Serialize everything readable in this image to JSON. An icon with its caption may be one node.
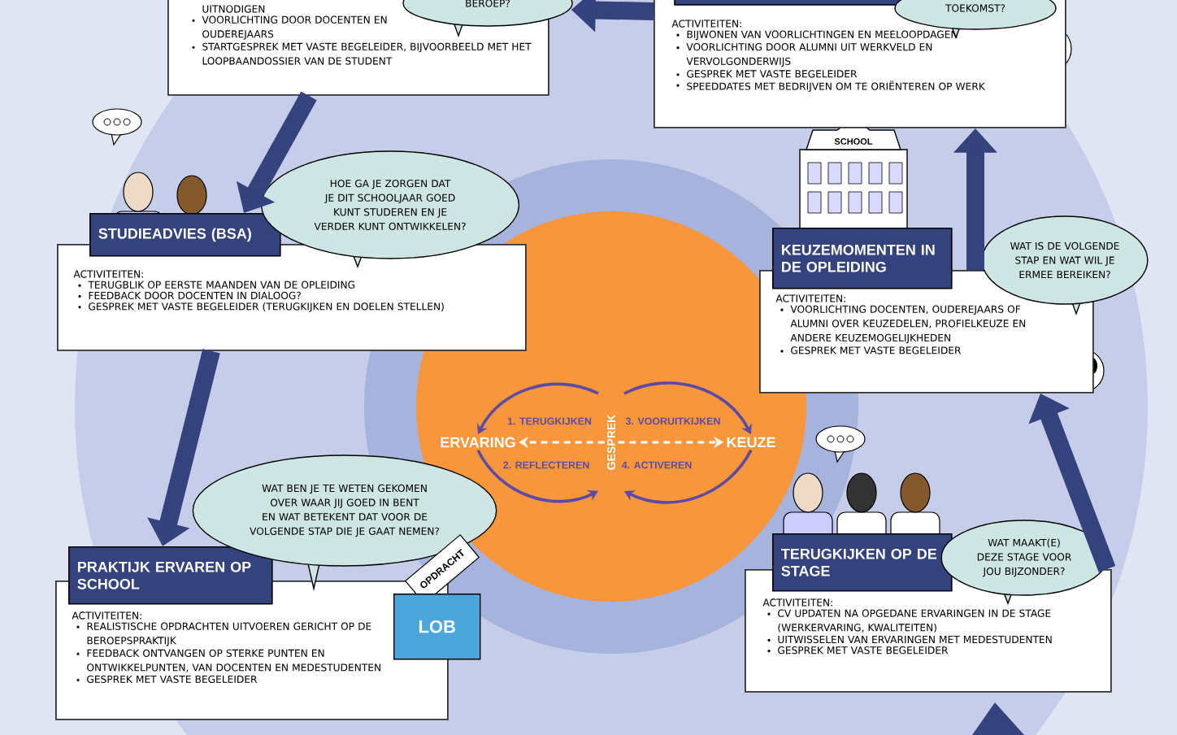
{
  "diagram": {
    "nodes": [
      {
        "text": [
          "UITNODIGEN",
          "VOORLICHTING DOOR DOCENTEN EN OUDEREJAARS",
          "STARTGESPREK MET VASTE BEGELEIDER, BIJVOORBEELD MET HET LOOPBAANDOSSIER VAN DE STUDENT"
        ]
      },
      {
        "text": [
          "BEROEP?"
        ]
      },
      {
        "text": [
          "ACTIVITEITEN:",
          "BIJWONEN VAN VOORLICHTINGEN EN MEELOOPDAGEN",
          "VOORLICHTING DOOR ALUMNI UIT WERKVELD EN VERVOLGONDERWIJS",
          "GESPREK MET VASTE BEGELEIDER",
          "SPEEDDATES MET BEDRIJVEN OM TE ORIËNTEREN OP WERK"
        ]
      },
      {
        "text": [
          "TOEKOMST?"
        ]
      },
      {
        "text": [
          "STUDIEADVIES (BSA)",
          "ACTIVITEITEN:",
          "TERUGBLIK OP EERSTE MAANDEN VAN DE OPLEIDING",
          "FEEDBACK DOOR DOCENTEN IN DIALOOG?",
          "GESPREK MET VASTE BEGELEIDER (TERUGKIJKEN EN DOELEN STELLEN)"
        ]
      },
      {
        "text": [
          "HOE GA JE ZORGEN DAT JE DIT SCHOOLJAAR GOED KUNT STUDEREN EN JE VERDER KUNT ONTWIKKELEN?"
        ]
      },
      {
        "text": [
          "KEUZEMOMENTEN IN DE OPLEIDING",
          "ACTIVITEITEN:",
          "VOORLICHTING DOCENTEN, OUDEREJAARS OF ALUMNI OVER KEUZEDELEN, PROFIELKEUZE EN ANDERE KEUZEMOGELIJKHEDEN",
          "GESPREK MET VASTE BEGELEIDER"
        ]
      },
      {
        "text": [
          "WAT IS DE VOLGENDE STAP EN WAT WIL JE ERMEE BEREIKEN?"
        ]
      },
      {
        "text": [],
        "shape": "circle"
      },
      {
        "text": [
          "ERVARING"
        ],
        "in": 8
      },
      {
        "text": [
          "KEUZE"
        ],
        "in": 8
      },
      {
        "text": [
          "GESPREK"
        ],
        "in": 8
      },
      {
        "text": [
          "PRAKTIJK ERVAREN OP SCHOOL",
          "ACTIVITEITEN:",
          "REALISTISCHE OPDRACHTEN UITVOEREN GERICHT OP DE BEROEPSPRAKTIJK",
          "FEEDBACK ONTVANGEN OP STERKE PUNTEN EN ONTWIKKELPUNTEN, VAN DOCENTEN EN MEDESTUDENTEN",
          "GESPREK MET VASTE BEGELEIDER"
        ]
      },
      {
        "text": [
          "WAT BEN JE TE WETEN GEKOMEN OVER WAAR JIJ GOED IN BENT EN WAT BETEKENT DAT VOOR DE VOLGENDE STAP DIE JE GAAT NEMEN?"
        ]
      },
      {
        "text": [
          "OPDRACHT",
          "LOB"
        ]
      },
      {
        "text": [
          "TERUGKIJKEN OP DE STAGE",
          "ACTIVITEITEN:",
          "CV UPDATEN NA OPGEDANE ERVARINGEN IN DE STAGE (WERKERVARING, KWALITEITEN)",
          "UITWISSELEN VAN ERVARINGEN MET MEDESTUDENTEN",
          "GESPREK MET VASTE BEGELEIDER"
        ]
      },
      {
        "text": [
          "WAT MAAKT(E) DEZE STAGE VOOR JOU BIJZONDER?"
        ]
      }
    ],
    "edges": [
      {
        "from": 0,
        "to": 4,
        "arrow": "to",
        "style": "thick"
      },
      {
        "from": 4,
        "to": 12,
        "arrow": "to",
        "style": "thick"
      },
      {
        "from": 15,
        "to": 6,
        "arrow": "to",
        "style": "thick"
      },
      {
        "from": 6,
        "to": 2,
        "arrow": "to",
        "style": "thick"
      },
      {
        "from": 2,
        "to": 1,
        "arrow": "to",
        "style": "thick"
      },
      {
        "from": 11,
        "to": 9,
        "arrow": "to",
        "style": "dashed",
        "color": "#ffffff"
      },
      {
        "from": 11,
        "to": 10,
        "arrow": "to",
        "style": "dashed",
        "color": "#ffffff"
      },
      {
        "from": 11,
        "to": 9,
        "arrow": "to",
        "label": "1. TERUGKIJKEN",
        "color": "#5c4ba6"
      },
      {
        "from": 9,
        "to": 11,
        "arrow": "to",
        "label": "2. REFLECTEREN",
        "color": "#5c4ba6"
      },
      {
        "from": 11,
        "to": 10,
        "arrow": "to",
        "label": "3. VOORUITKIJKEN",
        "color": "#5c4ba6"
      },
      {
        "from": 10,
        "to": 11,
        "arrow": "to",
        "label": "4. ACTIVEREN",
        "color": "#5c4ba6"
      }
    ],
    "labels": [
      "SCHOOL"
    ]
  }
}
